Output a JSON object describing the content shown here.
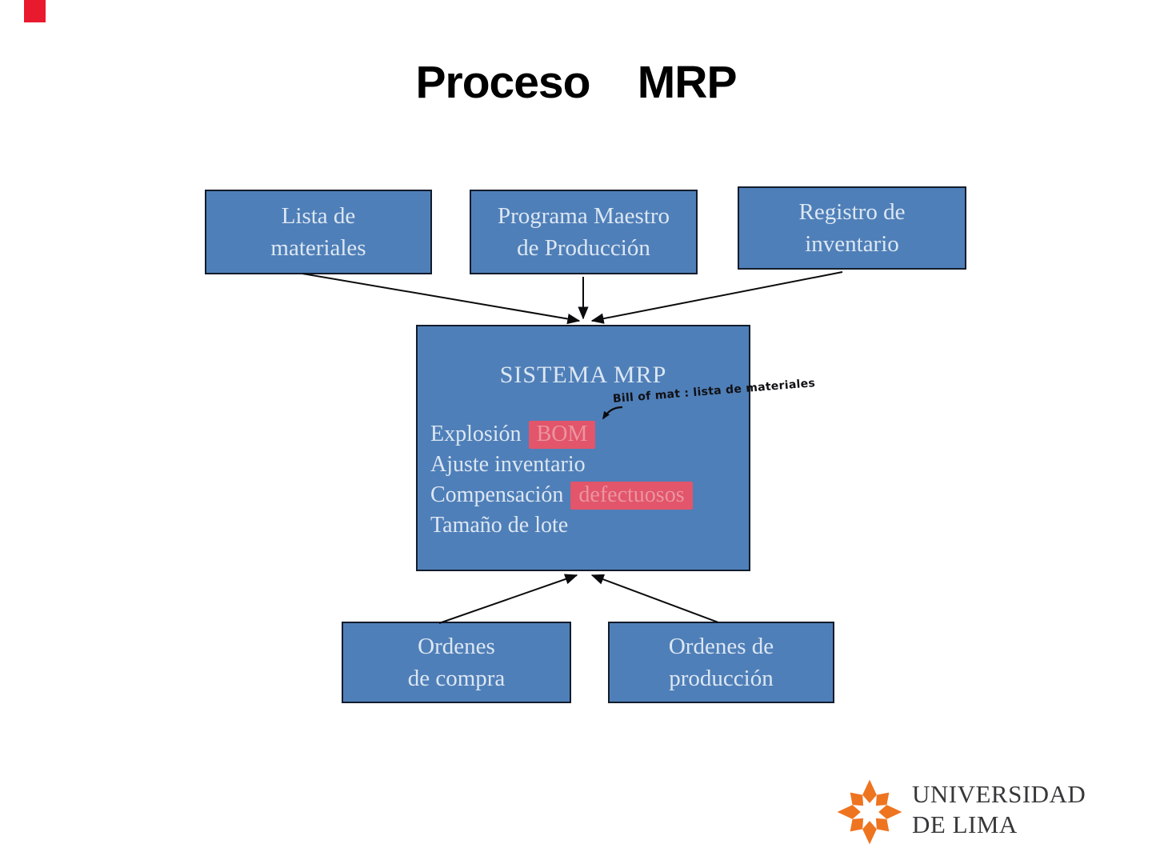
{
  "slide": {
    "title": "Proceso    MRP"
  },
  "top_boxes": [
    {
      "line1": "Lista de",
      "line2": "materiales"
    },
    {
      "line1": "Programa Maestro",
      "line2": "de Producción"
    },
    {
      "line1": "Registro de",
      "line2": "inventario"
    }
  ],
  "center_box": {
    "title": "SISTEMA MRP",
    "items": [
      {
        "text": "Explosión",
        "highlight": "BOM"
      },
      {
        "text": "Ajuste inventario",
        "highlight": ""
      },
      {
        "text": "Compensación",
        "highlight": "defectuosos"
      },
      {
        "text": "Tamaño de lote",
        "highlight": ""
      }
    ],
    "annotation": "Bill of mat : lista de materiales"
  },
  "bottom_boxes": [
    {
      "line1": "Ordenes",
      "line2": "de compra"
    },
    {
      "line1": "Ordenes de",
      "line2": "producción"
    }
  ],
  "logo": {
    "line1": "UNIVERSIDAD",
    "line2": "DE LIMA"
  },
  "colors": {
    "background": "#ffffff",
    "title": "#000000",
    "box_fill": "#4f7fb8",
    "box_border": "#131c2b",
    "box_text": "#dce7f3",
    "highlight": "#e2556a",
    "highlight_text": "#eb94a1",
    "arrow": "#0b0b0d",
    "annotation": "#101014",
    "red_mark": "#e91a2e",
    "logo_orange": "#ee7420",
    "logo_text": "#38383a"
  }
}
